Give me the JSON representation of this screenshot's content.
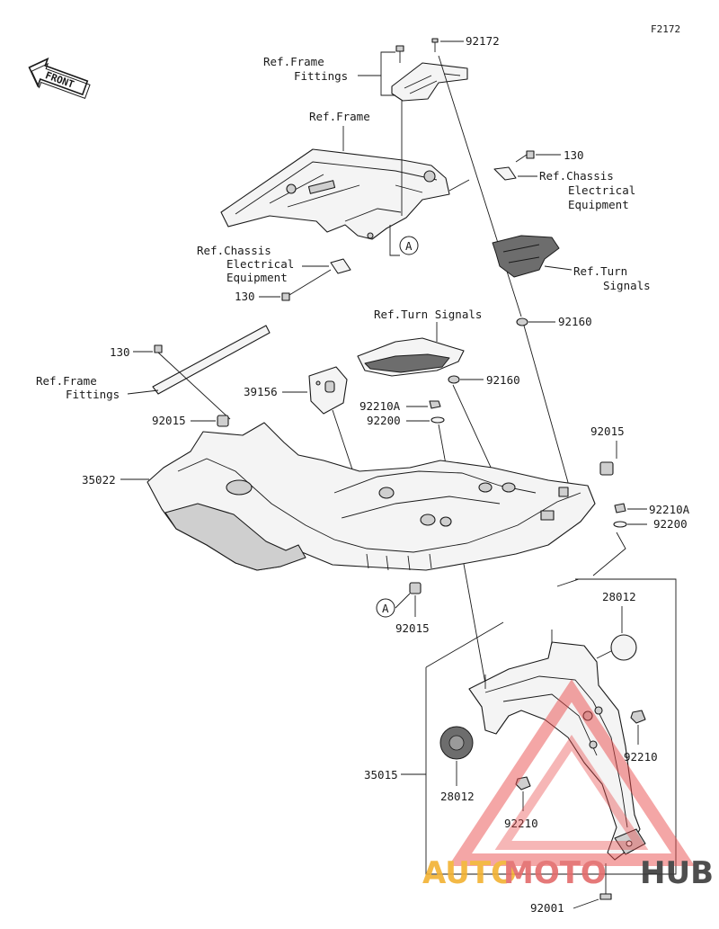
{
  "figure_id": "F2172",
  "front_label": "FRONT",
  "labels": {
    "p92172": "92172",
    "p130_a": "130",
    "p130_b": "130",
    "p130_c": "130",
    "p92160_a": "92160",
    "p92160_b": "92160",
    "p39156": "39156",
    "p92210A_a": "92210A",
    "p92200_a": "92200",
    "p92015_a": "92015",
    "p92015_b": "92015",
    "p92015_c": "92015",
    "p35022": "35022",
    "p92210A_b": "92210A",
    "p92200_b": "92200",
    "p28012_a": "28012",
    "p28012_b": "28012",
    "p35015": "35015",
    "p92210_a": "92210",
    "p92210_b": "92210",
    "p92001": "92001",
    "ref_frame_fittings_1": "Ref.Frame",
    "ref_frame_fittings_2": "Fittings",
    "ref_frame": "Ref.Frame",
    "ref_chassis_r1": "Ref.Chassis",
    "ref_chassis_r2": "Electrical",
    "ref_chassis_r3": "Equipment",
    "ref_chassis_l1": "Ref.Chassis",
    "ref_chassis_l2": "Electrical",
    "ref_chassis_l3": "Equipment",
    "ref_turn_r1": "Ref.Turn",
    "ref_turn_r2": "Signals",
    "ref_turn_c": "Ref.Turn Signals",
    "ref_frame_fittings_l1": "Ref.Frame",
    "ref_frame_fittings_l2": "Fittings",
    "marker_a_top": "A",
    "marker_a_bottom": "A"
  },
  "watermark": {
    "part1": "AUTO",
    "part2": "MOTO",
    "part3": "HUB",
    "colors": {
      "auto": "#f2b233",
      "moto": "#e36b6b",
      "hub": "#3b3b3b",
      "triangle": "#e94b4b"
    }
  }
}
